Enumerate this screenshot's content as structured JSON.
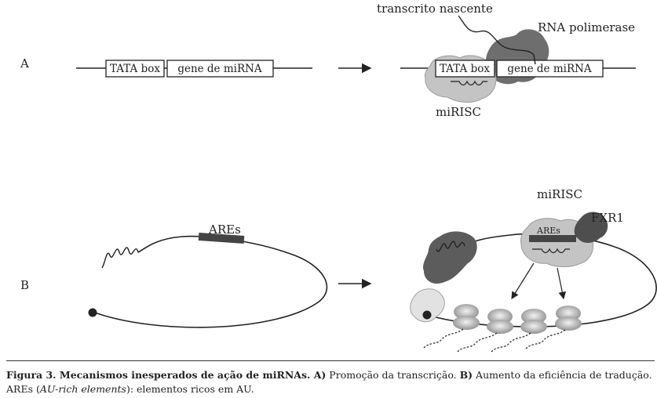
{
  "panel_a": {
    "label": "A",
    "box_tata": "TATA box",
    "box_gene": "gene de miRNA",
    "transcript_label": "transcrito nascente",
    "polymerase_label": "RNA polimerase",
    "mirisc_label": "miRISC"
  },
  "panel_b": {
    "label": "B",
    "ares_label": "AREs",
    "mirisc_label": "miRISC",
    "ares_inner_label": "AREs",
    "fxr1_label": "FXR1"
  },
  "caption": {
    "figure_label": "Figura 3. Mecanismos inesperados de ação de miRNAs. A)",
    "part_a_text": " Promoção da transcrição. ",
    "part_b_label": "B)",
    "part_b_text": " Aumento da eficiência de tradução. AREs (",
    "ares_expansion": "AU-rich elements",
    "tail_text": "): elementos ricos em AU."
  },
  "colors": {
    "dark_gray": "#5c5c5c",
    "mid_gray": "#7d7d7d",
    "light_gray": "#c4c4c4",
    "line": "#222222"
  }
}
